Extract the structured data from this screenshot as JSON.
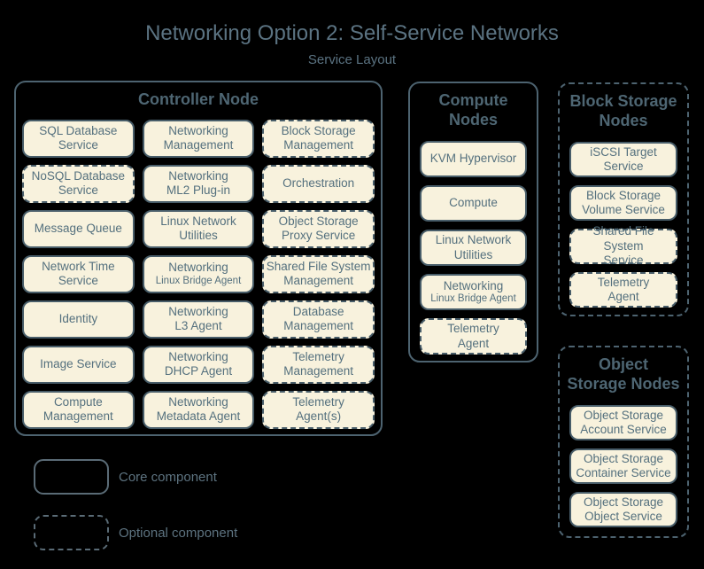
{
  "title": "Networking Option 2: Self-Service Networks",
  "subtitle": "Service Layout",
  "colors": {
    "background": "#000000",
    "title_text": "#5b7382",
    "container_border": "#4d6370",
    "container_title_text": "#4e6673",
    "service_fill": "#f8f2dd",
    "service_border": "#485d69",
    "service_text": "#54707e"
  },
  "containers": {
    "controller": {
      "title": "Controller Node",
      "type": "core",
      "services": [
        {
          "label": "SQL Database\nService",
          "type": "core"
        },
        {
          "label": "Networking\nManagement",
          "type": "core"
        },
        {
          "label": "Block Storage\nManagement",
          "type": "optional"
        },
        {
          "label": "NoSQL Database\nService",
          "type": "optional"
        },
        {
          "label": "Networking\nML2 Plug-in",
          "type": "core"
        },
        {
          "label": "Orchestration",
          "type": "optional"
        },
        {
          "label": "Message Queue",
          "type": "core"
        },
        {
          "label": "Linux Network\nUtilities",
          "type": "core"
        },
        {
          "label": "Object Storage\nProxy Service",
          "type": "optional"
        },
        {
          "label": "Network Time\nService",
          "type": "core"
        },
        {
          "label": "Networking",
          "sub": "Linux Bridge Agent",
          "type": "core"
        },
        {
          "label": "Shared File System\nManagement",
          "type": "optional"
        },
        {
          "label": "Identity",
          "type": "core"
        },
        {
          "label": "Networking\nL3 Agent",
          "type": "core"
        },
        {
          "label": "Database\nManagement",
          "type": "optional"
        },
        {
          "label": "Image Service",
          "type": "core"
        },
        {
          "label": "Networking\nDHCP Agent",
          "type": "core"
        },
        {
          "label": "Telemetry\nManagement",
          "type": "optional"
        },
        {
          "label": "Compute\nManagement",
          "type": "core"
        },
        {
          "label": "Networking\nMetadata Agent",
          "type": "core"
        },
        {
          "label": "Telemetry\nAgent(s)",
          "type": "optional"
        }
      ]
    },
    "compute": {
      "title": "Compute\nNodes",
      "type": "core",
      "services": [
        {
          "label": "KVM Hypervisor",
          "type": "core"
        },
        {
          "label": "Compute",
          "type": "core"
        },
        {
          "label": "Linux Network\nUtilities",
          "type": "core"
        },
        {
          "label": "Networking",
          "sub": "Linux Bridge Agent",
          "type": "core"
        },
        {
          "label": "Telemetry\nAgent",
          "type": "optional"
        }
      ]
    },
    "block_storage": {
      "title": "Block Storage\nNodes",
      "type": "optional",
      "services": [
        {
          "label": "iSCSI Target\nService",
          "type": "core"
        },
        {
          "label": "Block Storage\nVolume Service",
          "type": "core"
        },
        {
          "label": "Shared File System\nService",
          "type": "optional"
        },
        {
          "label": "Telemetry\nAgent",
          "type": "optional"
        }
      ]
    },
    "object_storage": {
      "title": "Object\nStorage Nodes",
      "type": "optional",
      "services": [
        {
          "label": "Object Storage\nAccount Service",
          "type": "core"
        },
        {
          "label": "Object Storage\nContainer Service",
          "type": "core"
        },
        {
          "label": "Object Storage\nObject Service",
          "type": "core"
        }
      ]
    }
  },
  "legend": {
    "core_label": "Core component",
    "optional_label": "Optional component"
  }
}
